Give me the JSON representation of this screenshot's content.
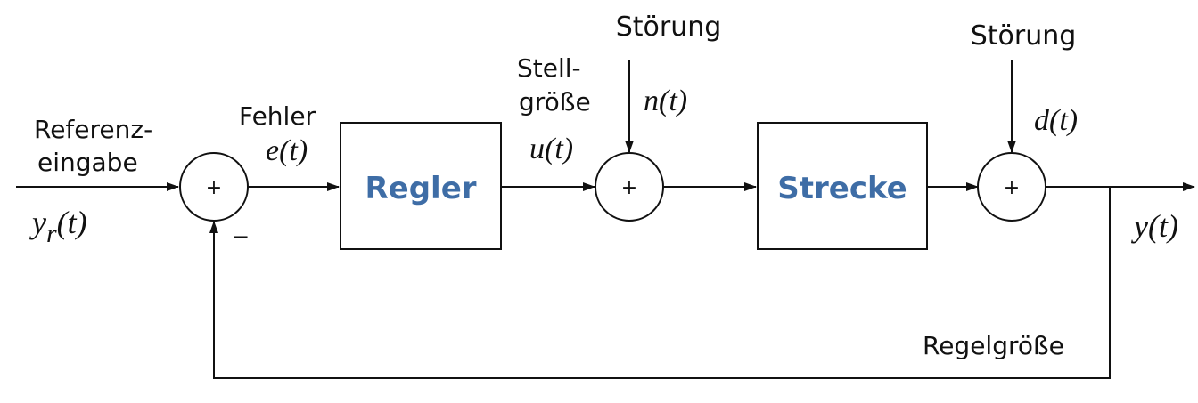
{
  "signals": {
    "reference_line1": "Referenz-",
    "reference_line2": "eingabe",
    "reference_var": "y",
    "reference_sub": "r",
    "reference_arg": "(t)",
    "error_label": "Fehler",
    "error_var": "e(t)",
    "control_line1": "Stell-",
    "control_line2": "größe",
    "control_var": "u(t)",
    "disturbance1_label": "Störung",
    "disturbance1_var": "n(t)",
    "disturbance2_label": "Störung",
    "disturbance2_var": "d(t)",
    "output_var": "y(t)",
    "feedback_label": "Regelgröße"
  },
  "blocks": {
    "controller": "Regler",
    "plant": "Strecke"
  },
  "summing_junctions": {
    "sum1_plus": "+",
    "sum1_minus": "−",
    "sum2_plus": "+",
    "sum3_plus": "+"
  },
  "colors": {
    "block_text": "#3e6da6",
    "line": "#111111"
  }
}
